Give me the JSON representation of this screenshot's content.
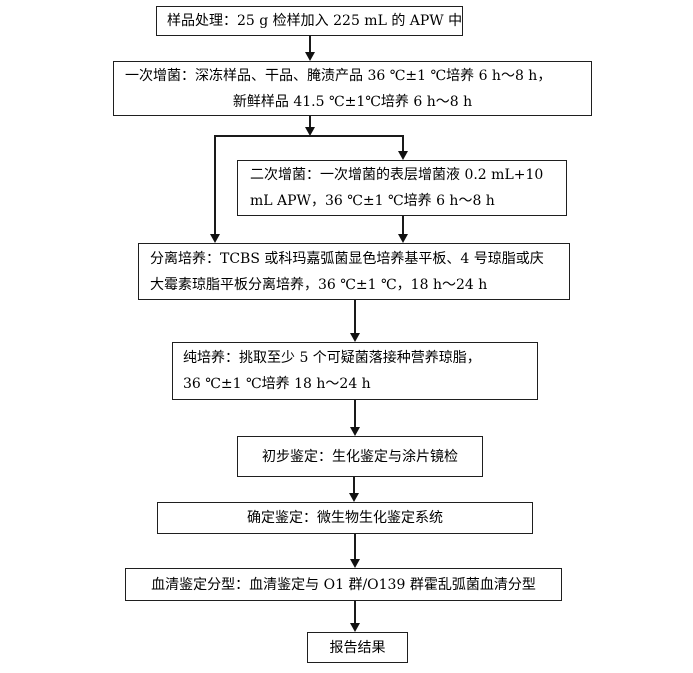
{
  "diagram": {
    "kind": "flowchart",
    "language": "zh-CN",
    "colors": {
      "background": "#ffffff",
      "box_border": "#1f1f1f",
      "text": "#000000",
      "connector": "#1a1a1a"
    },
    "nodes": {
      "sample_prep": {
        "line1": "样品处理：25 g 检样加入 225 mL 的 APW 中"
      },
      "primary_enrichment": {
        "line1": "一次增菌：深冻样品、干品、腌渍产品 36 ℃±1 ℃培养 6 h～8 h，",
        "line2": "新鲜样品 41.5 ℃±1℃培养 6 h～8 h"
      },
      "secondary_enrichment": {
        "line1": "二次增菌：一次增菌的表层增菌液 0.2 mL+10",
        "line2": "mL APW，36 ℃±1 ℃培养 6 h～8 h"
      },
      "isolation_culture": {
        "line1": "分离培养：TCBS 或科玛嘉弧菌显色培养基平板、4 号琼脂或庆",
        "line2": "大霉素琼脂平板分离培养，36 ℃±1 ℃，18 h～24 h"
      },
      "pure_culture": {
        "line1": "纯培养：挑取至少 5 个可疑菌落接种营养琼脂，",
        "line2": "36 ℃±1 ℃培养 18 h～24 h"
      },
      "preliminary_identification": {
        "line1": "初步鉴定：生化鉴定与涂片镜检"
      },
      "confirmed_identification": {
        "line1": "确定鉴定：微生物生化鉴定系统"
      },
      "serological_typing": {
        "line1": "血清鉴定分型：血清鉴定与 O1 群/O139 群霍乱弧菌血清分型"
      },
      "report_result": {
        "line1": "报告结果"
      }
    },
    "flow_order": [
      "sample_prep",
      "primary_enrichment",
      "secondary_enrichment (optional branch)",
      "isolation_culture",
      "pure_culture",
      "preliminary_identification",
      "confirmed_identification",
      "serological_typing",
      "report_result"
    ]
  }
}
